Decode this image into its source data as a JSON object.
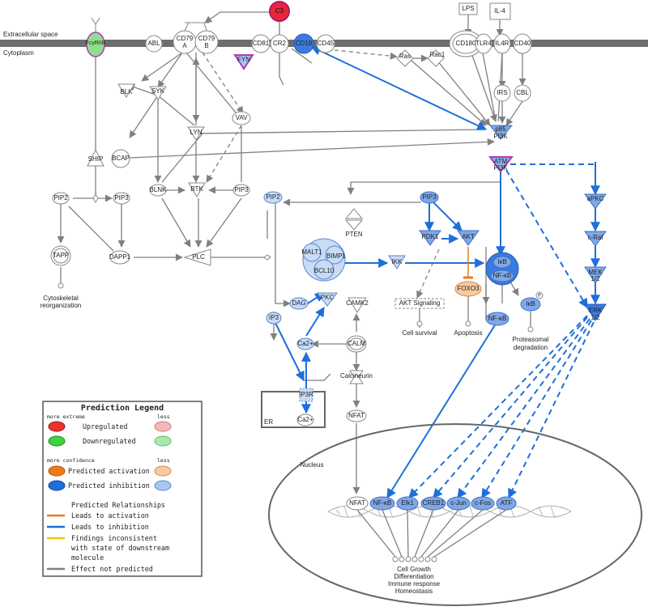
{
  "compartments": {
    "extracellular": "Extracellular space",
    "cytoplasm": "Cytoplasm",
    "nucleus": "Nucleus",
    "er": "ER"
  },
  "nodes": {
    "c3": "C3",
    "lps": "LPS",
    "il4": "IL-4",
    "fcgr2b": "FcγRIIB",
    "abl": "ABL",
    "cd79a": "CD79\nA",
    "cd79b": "CD79\nB",
    "cd81": "CD81",
    "cr2": "CR2",
    "cd19": "CD19",
    "cd45": "CD45",
    "cd180": "CD180",
    "tlr4": "TLR4",
    "il4r": "IL4R",
    "cd40": "CD40",
    "fyn": "FYN",
    "ras": "Ras",
    "rac1": "Rac1",
    "irs": "IRS",
    "cbl": "CBL",
    "blk": "BLK",
    "syk": "SYK",
    "lyn": "LYN",
    "vav": "VAV",
    "bcap": "BCAP",
    "ship": "SHIP",
    "pi3k_p85": "p85",
    "pi3k": "PI3K",
    "atm": "ATM",
    "pi3k2": "PI3K",
    "pip2_left": "PIP2",
    "pip3_left": "PIP3",
    "blnk": "BLNK",
    "btk": "BTK",
    "pip3_mid": "PIP3",
    "tapp": "TAPP",
    "dapp1": "DAPP1",
    "plc": "PLC",
    "pip2_right": "PIP2",
    "pip3_right": "PIP3",
    "pten": "PTEN",
    "pdk1": "PDK1",
    "akt": "AKT",
    "apkc": "aPKC",
    "craf": "c-Raf",
    "mek12": "MEK\n1/2",
    "erk12": "ERK\n1/2",
    "malt1": "MALT1",
    "bimp1": "BIMP1",
    "bcl10": "BCL10",
    "ikk": "IKK",
    "ikb": "IκB",
    "nfkb": "NF-κB",
    "foxo3": "FOXO3",
    "dag": "DAG",
    "pkc": "PKC",
    "camk2": "CAMK2",
    "ip3": "IP3",
    "ca2": "Ca2+",
    "calm": "CALM",
    "calcineurin": "Calcineurin",
    "nfat": "NFAT",
    "ip3r": "IP3R",
    "ca2_er": "Ca2+",
    "nfkb_cyt": "NF-κB",
    "ikb_p": "IκB",
    "p_tag": "P",
    "nuc_nfat": "NFAT",
    "nuc_nfkb": "NF-κB",
    "elk1": "Elk1",
    "creb1": "CREB1",
    "cjun": "c-Jun",
    "cfos": "c-Fos",
    "atf": "ATF"
  },
  "outcomes": {
    "cyto_reorg": "Cytoskeletal\nreorganization",
    "akt_signaling": "AKT Signaling",
    "cell_survival": "Cell survival",
    "apoptosis": "Apoptosis",
    "proteasomal": "Proteasomal\ndegradation",
    "nuclear_outcomes": "Cell Growth\nDifferentiation\nImmune response\nHomeostasis"
  },
  "legend": {
    "title": "Prediction Legend",
    "more_extreme": "more extreme",
    "less": "less",
    "upregulated": "Upregulated",
    "downregulated": "Downregulated",
    "more_confidence": "more confidence",
    "less2": "less",
    "pred_activation": "Predicted activation",
    "pred_inhibition": "Predicted inhibition",
    "relationships_title": "Predicted Relationships",
    "leads_activation": "Leads to activation",
    "leads_inhibition": "Leads to inhibition",
    "inconsistent_1": "Findings inconsistent",
    "inconsistent_2": "with state of downstream",
    "inconsistent_3": "molecule",
    "not_predicted": "Effect not predicted",
    "colors": {
      "upregulated": "#e8332f",
      "upregulated_less": "#f6b7b7",
      "downregulated": "#3ed23e",
      "downregulated_less": "#a8e8b0",
      "activation": "#f07a1a",
      "activation_less": "#f9c9a0",
      "inhibition": "#1e6fd9",
      "inhibition_less": "#a9c6f0",
      "line_activation": "#e87e22",
      "line_inhibition": "#1e6fd9",
      "line_inconsistent": "#f2c21a",
      "line_not_predicted": "#808080"
    }
  }
}
